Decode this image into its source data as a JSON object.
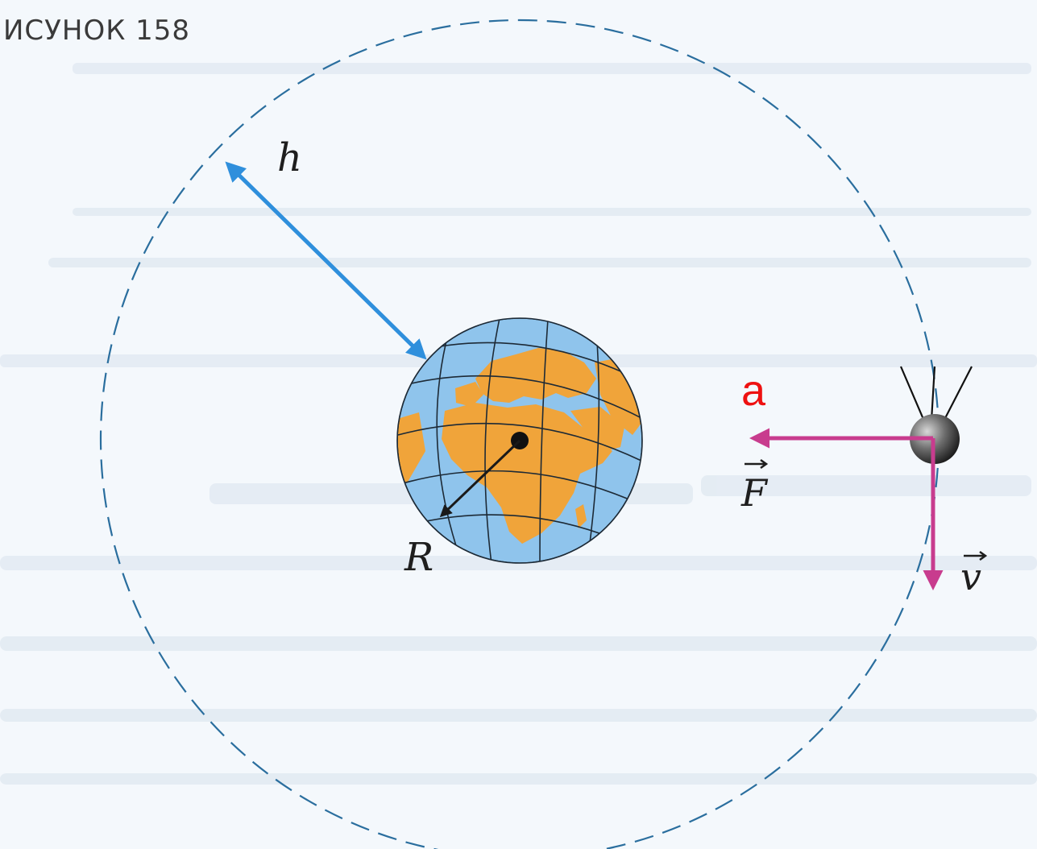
{
  "figure": {
    "caption": "ИСУНОК 158"
  },
  "labels": {
    "altitude": "h",
    "earth_radius": "R",
    "force": "F",
    "velocity": "v",
    "acceleration_annotation": "a"
  },
  "icons": {
    "earth": "globe-icon",
    "satellite": "satellite-icon"
  },
  "colors": {
    "orbit": "#2a6e9e",
    "altitude_arrow": "#2f8fdc",
    "force_arrow": "#c83c8e",
    "velocity_arrow": "#c83c8e",
    "ocean": "#8fc4ec",
    "land": "#f0a43a",
    "annotation": "#ee1111"
  }
}
